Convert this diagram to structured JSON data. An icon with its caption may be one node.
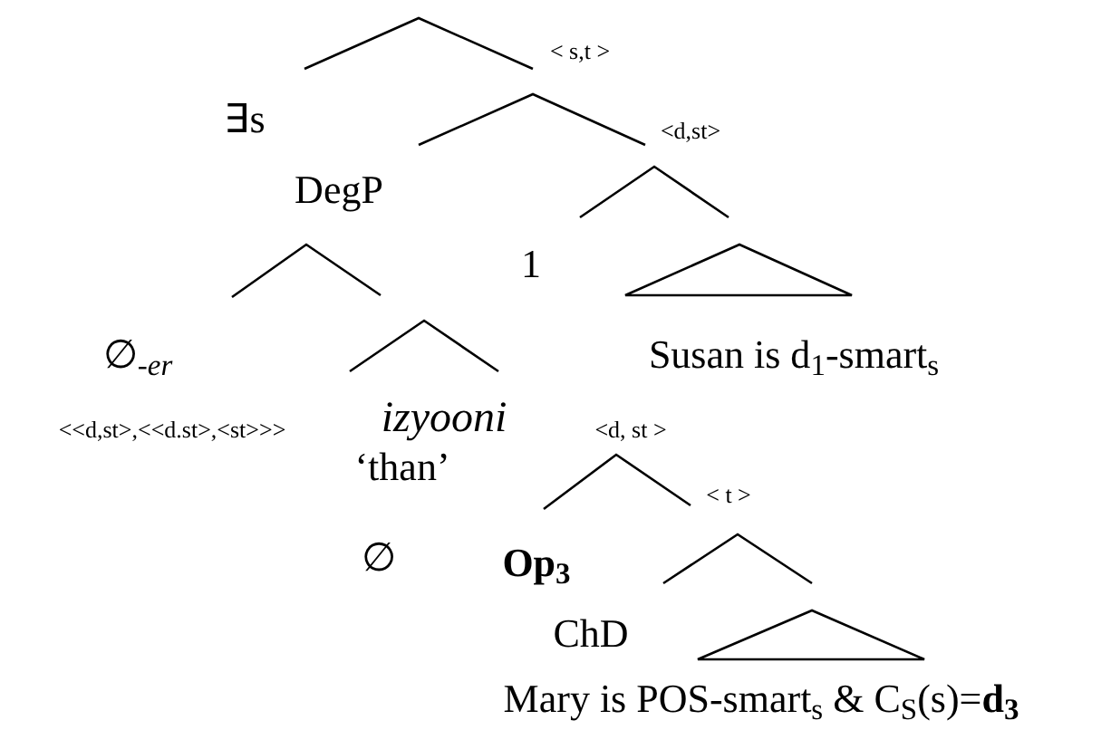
{
  "diagram": {
    "labels": [
      "< s,t >",
      "∃s",
      "<d,st>",
      "DegP",
      "1",
      "∅$_{-er}$",
      "Susan is d$_{1}$-smart$_{s}$",
      "<<d,st>,<<d.st>,<st>>>",
      "izyooni",
      "<d, st >",
      "‘than’",
      "< t >",
      "∅",
      "Op$_{3}$",
      "ChD",
      "Mary is POS-smart$_{s}$ & C$_{S}$(s)=**d**$_{3}$"
    ]
  }
}
